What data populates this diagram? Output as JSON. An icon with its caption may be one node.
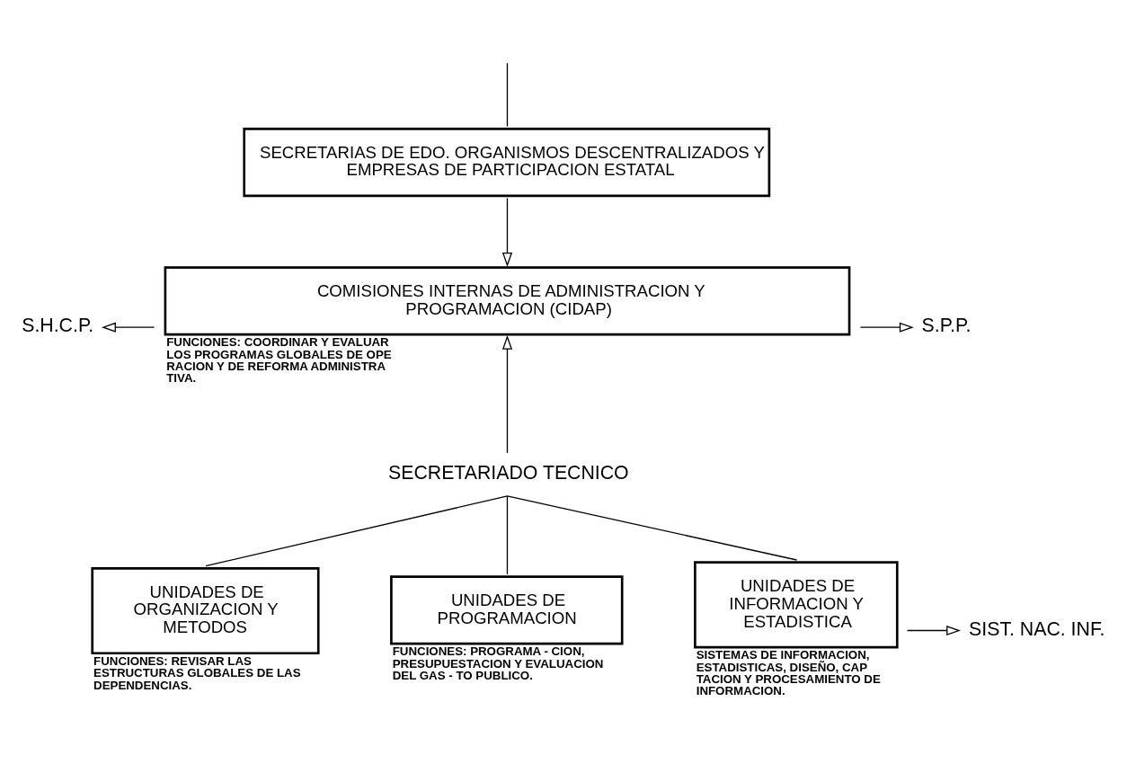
{
  "diagram": {
    "nodes": [
      {
        "text": [
          "SECRETARIAS DE EDO. ORGANISMOS DESCENTRALIZADOS Y EMPRESAS DE PARTICIPACION ESTATAL"
        ]
      },
      {
        "text": [
          "COMISIONES INTERNAS DE ADMINISTRACION Y PROGRAMACION (CIDAP)"
        ],
        "beside": [
          "FUNCIONES: COORDINAR Y EVALUAR LOS PROGRAMAS GLOBALES DE OPE RACION Y DE REFORMA ADMINISTRA TIVA."
        ]
      },
      {
        "text": [
          "S.H.C.P."
        ]
      },
      {
        "text": [
          "S.P.P."
        ]
      },
      {
        "text": [
          "SECRETARIADO TECNICO"
        ]
      },
      {
        "text": [
          "UNIDADES DE ORGANIZACION Y METODOS"
        ],
        "beside": [
          "FUNCIONES: REVISAR LAS ESTRUCTURAS GLOBALES DE LAS DEPENDENCIAS."
        ]
      },
      {
        "text": [
          "UNIDADES DE PROGRAMACION"
        ],
        "beside": [
          "FUNCIONES: PROGRAMA - CION, PRESUPUESTACION Y EVALUACION DEL GAS - TO PUBLICO."
        ]
      },
      {
        "text": [
          "UNIDADES DE INFORMACION Y ESTADISTICA"
        ],
        "beside": [
          "SISTEMAS DE INFORMACION, ESTADISTICAS, DISEÑO, CAP TACION Y PROCESAMIENTO DE INFORMACION."
        ]
      },
      {
        "text": [
          "SIST. NAC. INF."
        ]
      }
    ],
    "edges": [
      {
        "from": null,
        "to": 0,
        "arrow": "none"
      },
      {
        "from": 0,
        "to": 1,
        "arrow": "to"
      },
      {
        "from": 1,
        "to": 2,
        "arrow": "to"
      },
      {
        "from": 1,
        "to": 3,
        "arrow": "to"
      },
      {
        "from": 4,
        "to": 1,
        "arrow": "to"
      },
      {
        "from": 5,
        "to": 4,
        "arrow": "none"
      },
      {
        "from": 6,
        "to": 4,
        "arrow": "none"
      },
      {
        "from": 7,
        "to": 4,
        "arrow": "none"
      },
      {
        "from": 7,
        "to": 8,
        "arrow": "to"
      }
    ]
  }
}
